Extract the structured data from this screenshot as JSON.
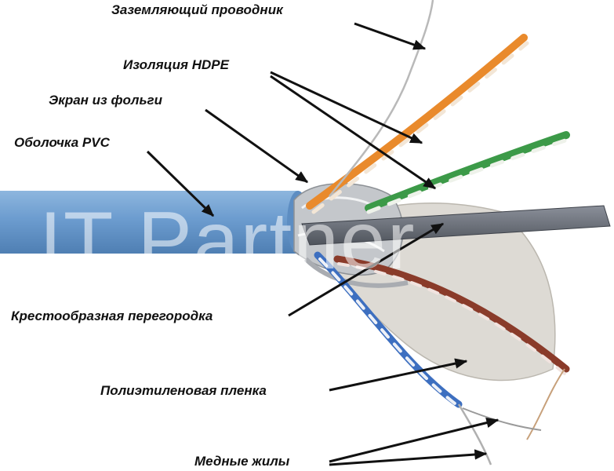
{
  "labels": {
    "ground_wire": "Заземляющий проводник",
    "hdpe_insulation": "Изоляция HDPE",
    "foil_screen": "Экран из фольги",
    "pvc_jacket": "Оболочка PVC",
    "cross_separator": "Крестообразная перегородка",
    "polyethylene_film": "Полиэтиленовая пленка",
    "copper_cores": "Медные жилы"
  },
  "watermark": "IT Partner",
  "colors": {
    "jacket": "#6c9ccf",
    "foil": "#b9bcc0",
    "orange_pair": "#e98a2c",
    "green_pair": "#3c9a48",
    "blue_pair": "#3d6fc0",
    "brown_pair": "#8a3b2a",
    "separator": "#6a6f78",
    "film": "#d9d6cf"
  }
}
